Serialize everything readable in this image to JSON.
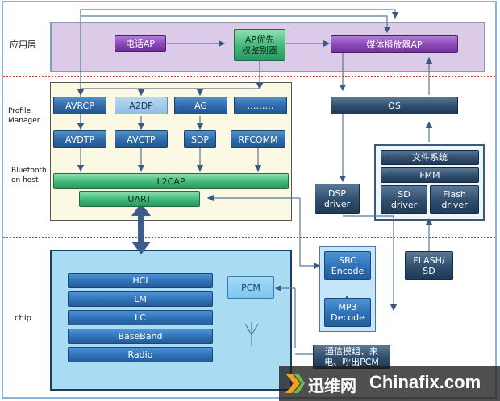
{
  "lanes": {
    "app": "应用层",
    "profile": "Profile\nManager",
    "bt_host": "Bluetooth\non host",
    "chip": "chip"
  },
  "app_layer": {
    "phone_ap": "电话AP",
    "ap_arbiter": "AP优先\n权鉴别器",
    "media_player_ap": "媒体播放器AP"
  },
  "profiles": [
    "AVRCP",
    "A2DP",
    "AG",
    "………"
  ],
  "protocols": [
    "AVDTP",
    "AVCTP",
    "SDP",
    "RFCOMM"
  ],
  "l2cap": "L2CAP",
  "uart": "UART",
  "right_stack": {
    "os": "OS",
    "filesystem": "文件系统",
    "fmm": "FMM",
    "sd_driver": "SD\ndriver",
    "flash_driver": "Flash\ndriver",
    "dsp_driver": "DSP\ndriver",
    "flash_sd": "FLASH/\nSD"
  },
  "codec": {
    "sbc_encode": "SBC\nEncode",
    "mp3_decode": "MP3\nDecode"
  },
  "chip_layer": {
    "layers": [
      "HCI",
      "LM",
      "LC",
      "BaseBand",
      "Radio"
    ],
    "pcm": "PCM"
  },
  "comm_module": "通信模组、来电、呼出PCM",
  "watermark": {
    "brand_cn": "迅维网",
    "brand_en": "Chinafix.com"
  },
  "colors": {
    "app_region": "#d9c6e6",
    "profile_region": "#fbf7e2",
    "chip_region": "#a8dcf4",
    "separator": "#dd3333"
  }
}
